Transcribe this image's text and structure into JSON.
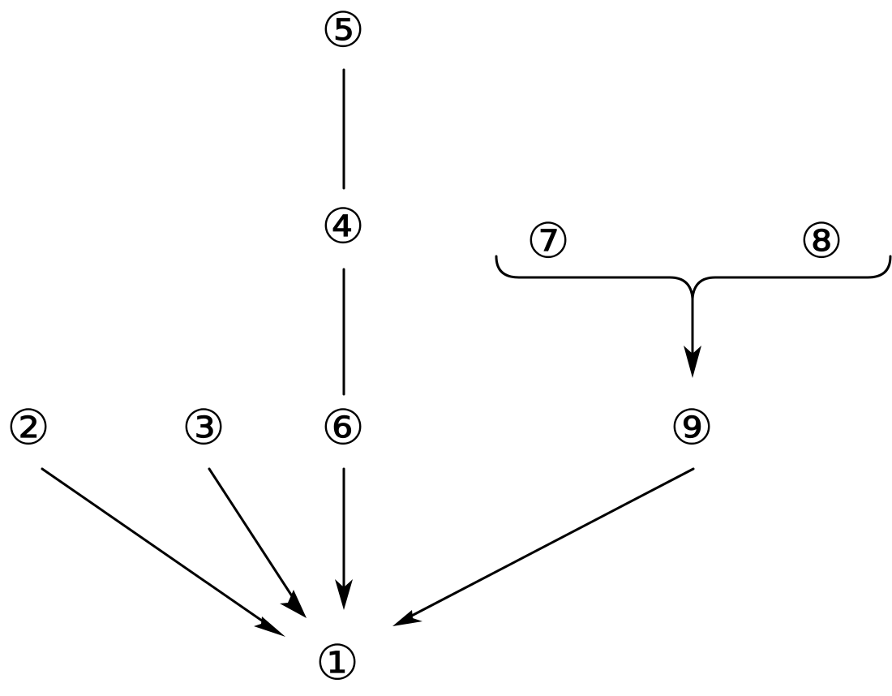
{
  "diagram": {
    "nodes": [
      {
        "id": "n1",
        "label": "①"
      },
      {
        "id": "n2",
        "label": "②"
      },
      {
        "id": "n3",
        "label": "③"
      },
      {
        "id": "n4",
        "label": "④"
      },
      {
        "id": "n5",
        "label": "⑤"
      },
      {
        "id": "n6",
        "label": "⑥"
      },
      {
        "id": "n7",
        "label": "⑦"
      },
      {
        "id": "n8",
        "label": "⑧"
      },
      {
        "id": "n9",
        "label": "⑨"
      }
    ],
    "edges": [
      {
        "from": "n5",
        "to": "n4",
        "directed": false
      },
      {
        "from": "n4",
        "to": "n6",
        "directed": false
      },
      {
        "from": "n2",
        "to": "n1",
        "directed": true
      },
      {
        "from": "n3",
        "to": "n1",
        "directed": true
      },
      {
        "from": "n6",
        "to": "n1",
        "directed": true
      },
      {
        "from": "n9",
        "to": "n1",
        "directed": true
      },
      {
        "from": "n7+n8",
        "to": "n9",
        "directed": true,
        "style": "brace"
      }
    ],
    "colors": {
      "stroke": "#000000",
      "background": "#ffffff"
    }
  }
}
